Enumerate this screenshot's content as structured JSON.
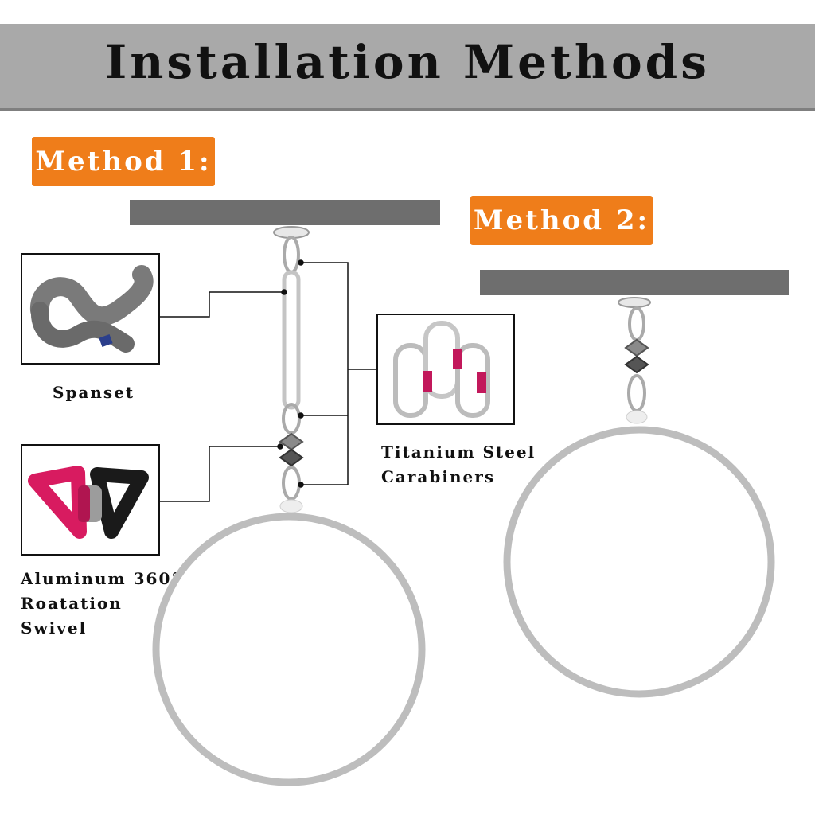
{
  "header": {
    "title": "Installation Methods"
  },
  "methods": [
    {
      "label": "Method 1:"
    },
    {
      "label": "Method 2:"
    }
  ],
  "parts": {
    "spanset": "Spanset",
    "carabiners": [
      "Titanium Steel",
      "Carabiners"
    ],
    "swivel": [
      "Aluminum 360°",
      "Roatation",
      "Swivel"
    ]
  },
  "colors": {
    "header_band": "#a9a9a9",
    "badge": "#ef7d1a",
    "ceiling": "#6e6e6e",
    "ring": "#bdbdbd",
    "spanset_gray": "#7a7a7a",
    "carabiner_gate": "#c2185b",
    "swivel_pink": "#d81b60",
    "swivel_black": "#1a1a1a"
  }
}
